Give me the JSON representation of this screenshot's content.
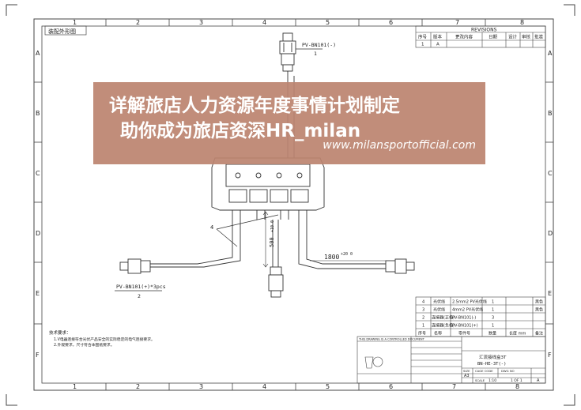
{
  "drawing": {
    "title_box": "装配外形图",
    "top_connector_label": "PV-BN101(-)",
    "top_connector_num": "1",
    "left_connector_label": "PV-BN101(+)*3pcs",
    "left_connector_num": "2",
    "callout_4": "4",
    "dim_vertical": "500",
    "dim_vertical_tol": "+10 0",
    "dim_horizontal": "1800",
    "dim_horizontal_tol": "+20 0",
    "notes_title": "技术要求：",
    "note_1": "1.V电器连接符合光伏产品安全的实际稳定的电气连接要求。",
    "note_2": "2.外观要求，尺寸符合本图纸要求。",
    "col_numbers": [
      "1",
      "2",
      "3",
      "4",
      "5",
      "6",
      "7",
      "8"
    ],
    "row_letters": [
      "A",
      "B",
      "C",
      "D",
      "E",
      "F"
    ]
  },
  "revisions": {
    "title": "REVISIONS",
    "headers": [
      "序号",
      "版本",
      "更改内容",
      "日期",
      "设计",
      "审核",
      "批准"
    ],
    "row": [
      "1",
      "A",
      "",
      "",
      "",
      "",
      ""
    ]
  },
  "bom": {
    "rows": [
      {
        "no": "4",
        "name": "光伏线",
        "spec": "2.5mm2 PV光伏线",
        "qty": "1",
        "note": "黑色"
      },
      {
        "no": "3",
        "name": "光伏线",
        "spec": "4mm2 PV光伏线",
        "qty": "1",
        "note": "黑色"
      },
      {
        "no": "2",
        "name": "连接器(正极)",
        "spec": "PV-BN101(-)",
        "qty": "3",
        "note": ""
      },
      {
        "no": "1",
        "name": "连接器(负极)",
        "spec": "PV-BN101(+)",
        "qty": "1",
        "note": ""
      }
    ],
    "header": {
      "no": "序号",
      "name": "名称",
      "spec": "零件号",
      "qty": "数量",
      "len": "长度 mm",
      "note": "备注"
    }
  },
  "title_block": {
    "controlled": "THIS DRAWING IS A CONTROLLED DOCUMENT",
    "product_name": "汇流接线盒3T",
    "product_code": "BN-HE-3T(-)",
    "size_label": "SIZE",
    "size": "A3",
    "cage_label": "CAGE CODE",
    "dwg_label": "DWG NO",
    "scale_label": "SCALE",
    "scale": "1:10",
    "sheet": "1 OF 1",
    "rev": "A"
  },
  "banner": {
    "line1": "详解旅店人力资源年度事情计划制定",
    "line2": "助你成为旅店资深HR_milan",
    "url": "www.milansportofficial.com"
  }
}
